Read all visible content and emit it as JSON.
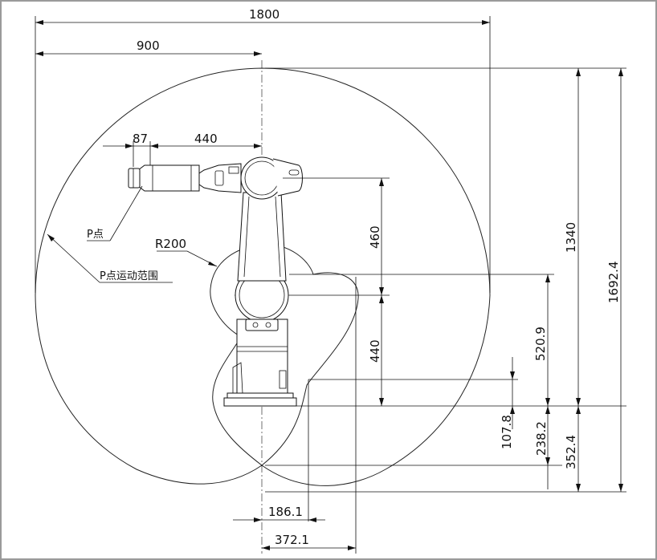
{
  "dimensions": {
    "reach_total": "1800",
    "reach_half": "900",
    "wrist_offset": "87",
    "forearm": "440",
    "upper_arm": "460",
    "base_to_shoulder": "440",
    "height_total": "1340",
    "height_overall": "1692.4",
    "shoulder_height": "520.9",
    "flange_height": "107.8",
    "lower_reach_a": "238.2",
    "lower_reach_b": "352.4",
    "rear_offset_a": "186.1",
    "rear_offset_b": "372.1",
    "radius": "R200"
  },
  "labels": {
    "p_point": "P点",
    "p_range": "P点运动范围"
  },
  "colors": {
    "line": "#111111",
    "frame": "#9a9a9a"
  }
}
